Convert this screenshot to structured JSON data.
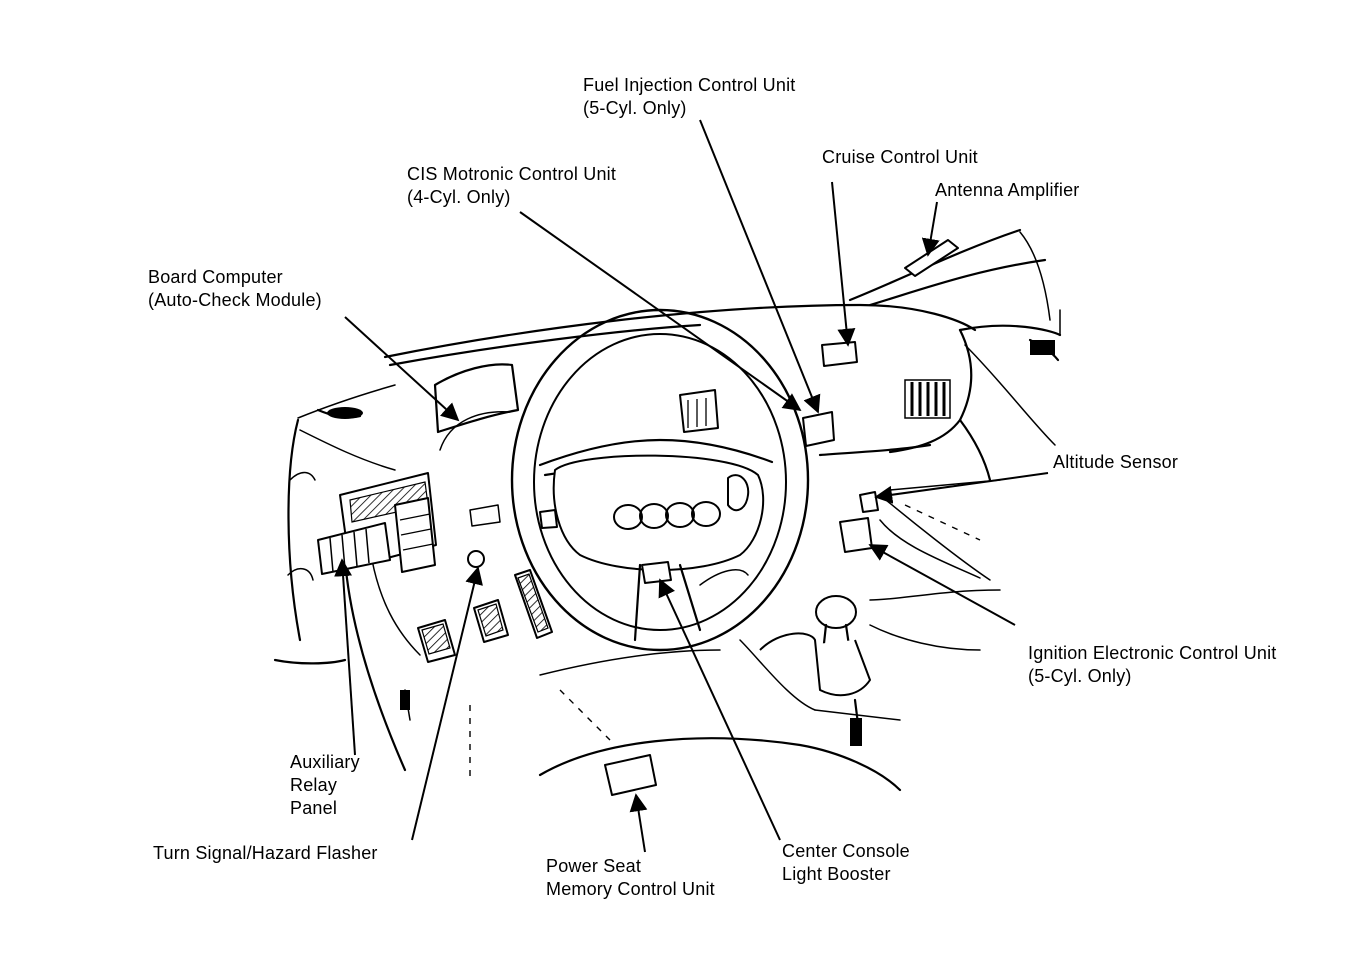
{
  "labels": {
    "fuel_injection": [
      "Fuel Injection Control Unit",
      "(5-Cyl. Only)"
    ],
    "cis_motronic": [
      "CIS Motronic Control Unit",
      "(4-Cyl. Only)"
    ],
    "cruise_control": [
      "Cruise Control Unit"
    ],
    "antenna_amplifier": [
      "Antenna Amplifier"
    ],
    "board_computer": [
      "Board Computer",
      "(Auto-Check Module)"
    ],
    "altitude_sensor": [
      "Altitude Sensor"
    ],
    "ignition_ecu": [
      "Ignition Electronic Control Unit",
      "(5-Cyl. Only)"
    ],
    "auxiliary_relay": [
      "Auxiliary",
      "Relay",
      "Panel"
    ],
    "turn_signal": [
      "Turn Signal/Hazard Flasher"
    ],
    "power_seat": [
      "Power Seat",
      "Memory Control Unit"
    ],
    "center_console": [
      "Center Console",
      "Light Booster"
    ]
  }
}
